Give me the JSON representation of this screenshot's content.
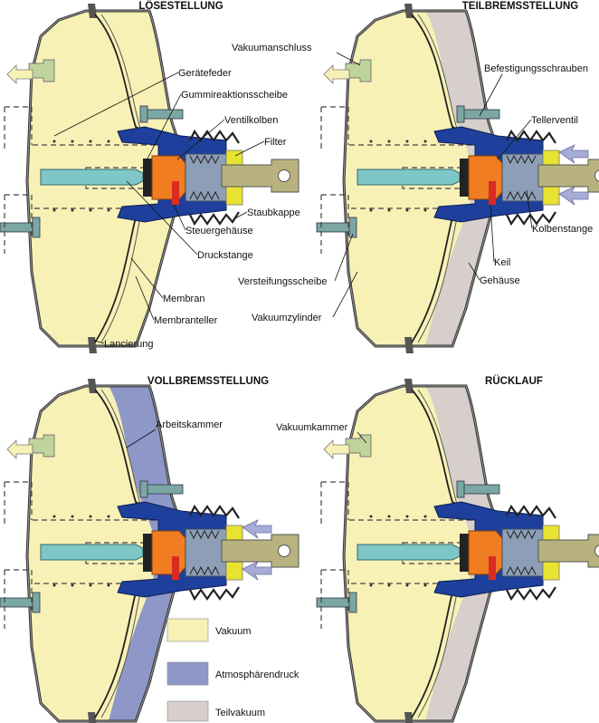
{
  "panels": {
    "loese": "LÖSESTELLUNG",
    "teil": "TEILBREMSSTELLUNG",
    "voll": "VOLLBREMSSTELLUNG",
    "rueck": "RÜCKLAUF"
  },
  "labels": {
    "geraetefeder": "Gerätefeder",
    "gummireaktionsscheibe": "Gummireaktionsscheibe",
    "ventilkolben": "Ventilkolben",
    "filter": "Filter",
    "staubkappe": "Staubkappe",
    "steuergehaeuse": "Steuergehäuse",
    "druckstange": "Druckstange",
    "membran": "Membran",
    "membranteller": "Membranteller",
    "lancierung": "Lancierung",
    "vakuumanschluss": "Vakuumanschluss",
    "befestigungsschrauben": "Befestigungsschrauben",
    "tellerventil": "Tellerventil",
    "kolbenstange": "Kolbenstange",
    "keil": "Keil",
    "versteifungsscheibe": "Versteifungsscheibe",
    "gehaeuse": "Gehäuse",
    "vakuumzylinder": "Vakuumzylinder",
    "arbeitskammer": "Arbeitskammer",
    "vakuumkammer": "Vakuumkammer"
  },
  "legend": [
    {
      "label": "Vakuum",
      "color": "#f8f1b6"
    },
    {
      "label": "Atmosphärendruck",
      "color": "#8e98c8"
    },
    {
      "label": "Teilvakuum",
      "color": "#d6cfcc"
    }
  ],
  "colors": {
    "vacuum": "#f8f1b6",
    "atmosphere": "#8e98c8",
    "partial_vacuum": "#d6cfcc",
    "housing_blue": "#1e3f9b",
    "valve_orange": "#f07d22",
    "piston_gray": "#8d9fb6",
    "pushrod_teal": "#7fc6c6",
    "filter_yellow": "#e8e230",
    "piston_rod_khaki": "#b8b37e",
    "flow_arrow": "#a7acd6",
    "vacuum_port_green": "#bfd49c"
  }
}
